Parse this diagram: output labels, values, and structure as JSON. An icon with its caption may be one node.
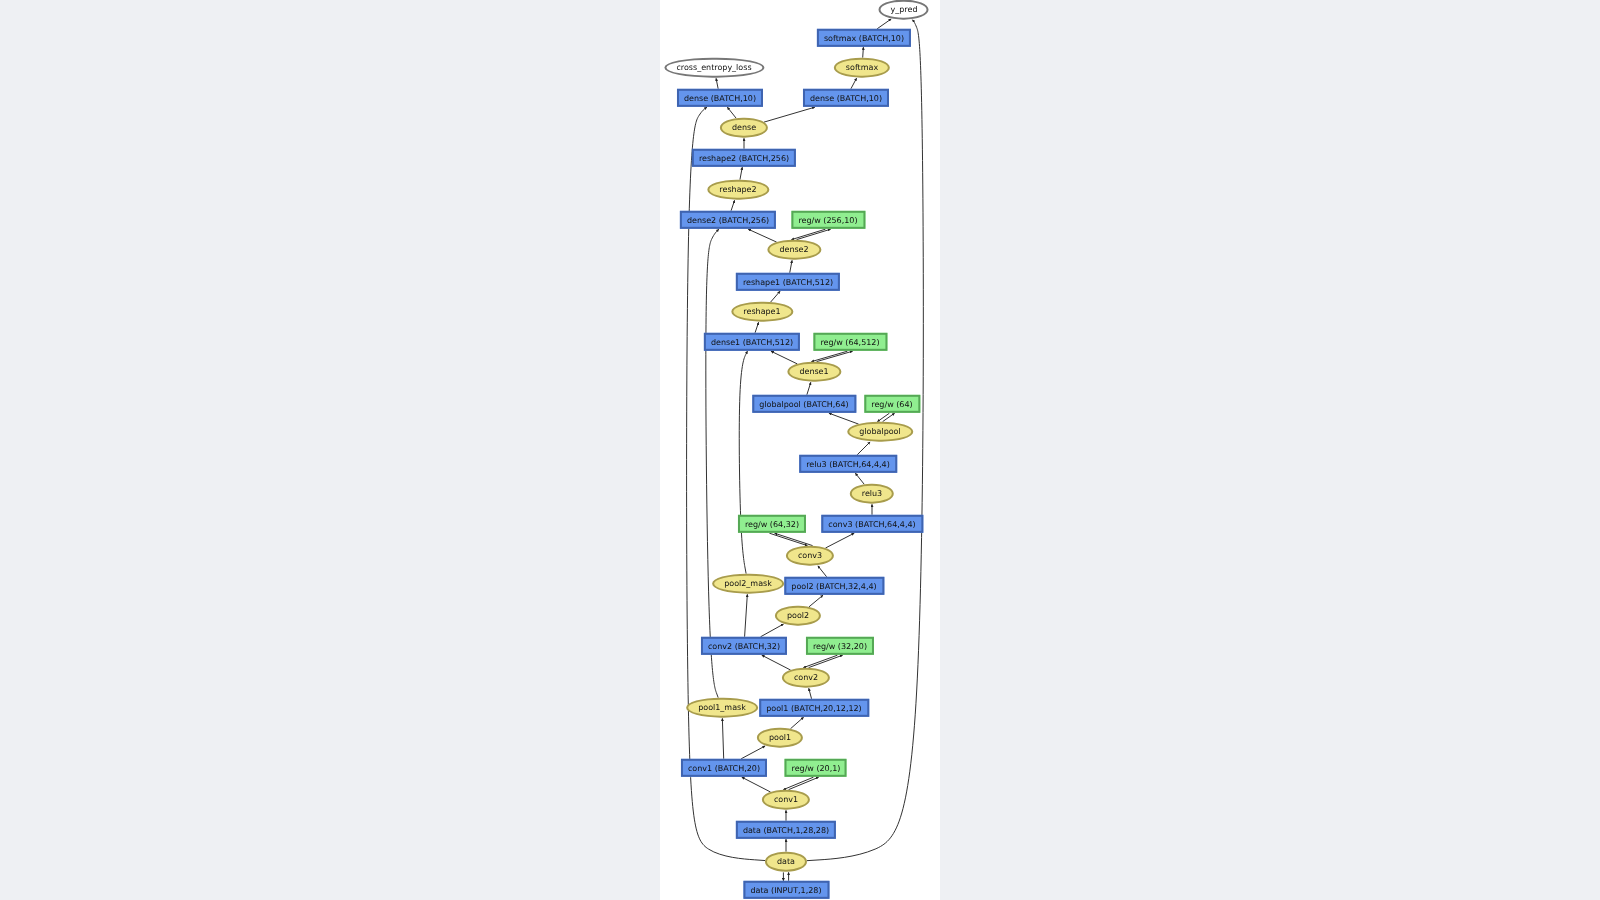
{
  "diagram": {
    "nodes": [
      {
        "text": [
          "y_pred"
        ]
      },
      {
        "text": [
          "softmax (BATCH,10)"
        ]
      },
      {
        "text": [
          "cross_entropy_loss"
        ]
      },
      {
        "text": [
          "softmax"
        ]
      },
      {
        "text": [
          "dense (BATCH,10)"
        ]
      },
      {
        "text": [
          "dense (BATCH,10)"
        ]
      },
      {
        "text": [
          "dense"
        ]
      },
      {
        "text": [
          "reshape2 (BATCH,256)"
        ]
      },
      {
        "text": [
          "reshape2"
        ]
      },
      {
        "text": [
          "dense2 (BATCH,256)"
        ]
      },
      {
        "text": [
          "reg/w (256,10)"
        ]
      },
      {
        "text": [
          "dense2"
        ]
      },
      {
        "text": [
          "reshape1 (BATCH,512)"
        ]
      },
      {
        "text": [
          "reshape1"
        ]
      },
      {
        "text": [
          "dense1 (BATCH,512)"
        ]
      },
      {
        "text": [
          "reg/w (64,512)"
        ]
      },
      {
        "text": [
          "dense1"
        ]
      },
      {
        "text": [
          "globalpool (BATCH,64)"
        ]
      },
      {
        "text": [
          "reg/w (64)"
        ]
      },
      {
        "text": [
          "globalpool"
        ]
      },
      {
        "text": [
          "relu3 (BATCH,64,4,4)"
        ]
      },
      {
        "text": [
          "relu3"
        ]
      },
      {
        "text": [
          "conv3 (BATCH,64,4,4)"
        ]
      },
      {
        "text": [
          "reg/w (64,32)"
        ]
      },
      {
        "text": [
          "conv3"
        ]
      },
      {
        "text": [
          "pool2 (BATCH,32,4,4)"
        ]
      },
      {
        "text": [
          "pool2_mask"
        ]
      },
      {
        "text": [
          "pool2"
        ]
      },
      {
        "text": [
          "conv2 (BATCH,32)"
        ]
      },
      {
        "text": [
          "reg/w (32,20)"
        ]
      },
      {
        "text": [
          "conv2"
        ]
      },
      {
        "text": [
          "pool1 (BATCH,20,12,12)"
        ]
      },
      {
        "text": [
          "pool1_mask"
        ]
      },
      {
        "text": [
          "pool1"
        ]
      },
      {
        "text": [
          "conv1 (BATCH,20)"
        ]
      },
      {
        "text": [
          "reg/w (20,1)"
        ]
      },
      {
        "text": [
          "conv1"
        ]
      },
      {
        "text": [
          "data (BATCH,1,28,28)"
        ]
      },
      {
        "text": [
          "data"
        ]
      },
      {
        "text": [
          "data (INPUT,1,28)"
        ]
      }
    ],
    "edges": [
      {
        "from": 1,
        "to": 0,
        "arrow": "to"
      },
      {
        "from": 3,
        "to": 1,
        "arrow": "to"
      },
      {
        "from": 4,
        "to": 2,
        "arrow": "to"
      },
      {
        "from": 5,
        "to": 3,
        "arrow": "to"
      },
      {
        "from": 6,
        "to": 4,
        "arrow": "to"
      },
      {
        "from": 6,
        "to": 5,
        "arrow": "to"
      },
      {
        "from": 7,
        "to": 6,
        "arrow": "to"
      },
      {
        "from": 8,
        "to": 7,
        "arrow": "to"
      },
      {
        "from": 9,
        "to": 8,
        "arrow": "to"
      },
      {
        "from": 11,
        "to": 9,
        "arrow": "to"
      },
      {
        "from": 11,
        "to": 10,
        "arrow": "to"
      },
      {
        "from": 10,
        "to": 11,
        "arrow": "to"
      },
      {
        "from": 12,
        "to": 11,
        "arrow": "to"
      },
      {
        "from": 13,
        "to": 12,
        "arrow": "to"
      },
      {
        "from": 14,
        "to": 13,
        "arrow": "to"
      },
      {
        "from": 16,
        "to": 14,
        "arrow": "to"
      },
      {
        "from": 16,
        "to": 15,
        "arrow": "to"
      },
      {
        "from": 15,
        "to": 16,
        "arrow": "to"
      },
      {
        "from": 17,
        "to": 16,
        "arrow": "to"
      },
      {
        "from": 19,
        "to": 17,
        "arrow": "to"
      },
      {
        "from": 19,
        "to": 18,
        "arrow": "to"
      },
      {
        "from": 18,
        "to": 19,
        "arrow": "to"
      },
      {
        "from": 20,
        "to": 19,
        "arrow": "to"
      },
      {
        "from": 21,
        "to": 20,
        "arrow": "to"
      },
      {
        "from": 22,
        "to": 21,
        "arrow": "to"
      },
      {
        "from": 24,
        "to": 22,
        "arrow": "to"
      },
      {
        "from": 24,
        "to": 23,
        "arrow": "to"
      },
      {
        "from": 23,
        "to": 24,
        "arrow": "to"
      },
      {
        "from": 25,
        "to": 24,
        "arrow": "to"
      },
      {
        "from": 26,
        "to": 14,
        "arrow": "to"
      },
      {
        "from": 27,
        "to": 25,
        "arrow": "to"
      },
      {
        "from": 28,
        "to": 27,
        "arrow": "to"
      },
      {
        "from": 28,
        "to": 26,
        "arrow": "to"
      },
      {
        "from": 30,
        "to": 28,
        "arrow": "to"
      },
      {
        "from": 30,
        "to": 29,
        "arrow": "to"
      },
      {
        "from": 29,
        "to": 30,
        "arrow": "to"
      },
      {
        "from": 31,
        "to": 30,
        "arrow": "to"
      },
      {
        "from": 32,
        "to": 9,
        "arrow": "to"
      },
      {
        "from": 33,
        "to": 31,
        "arrow": "to"
      },
      {
        "from": 34,
        "to": 33,
        "arrow": "to"
      },
      {
        "from": 34,
        "to": 32,
        "arrow": "to"
      },
      {
        "from": 36,
        "to": 34,
        "arrow": "to"
      },
      {
        "from": 36,
        "to": 35,
        "arrow": "to"
      },
      {
        "from": 35,
        "to": 36,
        "arrow": "to"
      },
      {
        "from": 37,
        "to": 36,
        "arrow": "to"
      },
      {
        "from": 38,
        "to": 37,
        "arrow": "to"
      },
      {
        "from": 38,
        "to": 4,
        "arrow": "to"
      },
      {
        "from": 38,
        "to": 0,
        "arrow": "to"
      },
      {
        "from": 39,
        "to": 38,
        "arrow": "to"
      },
      {
        "from": 38,
        "to": 39,
        "arrow": "to"
      }
    ]
  }
}
